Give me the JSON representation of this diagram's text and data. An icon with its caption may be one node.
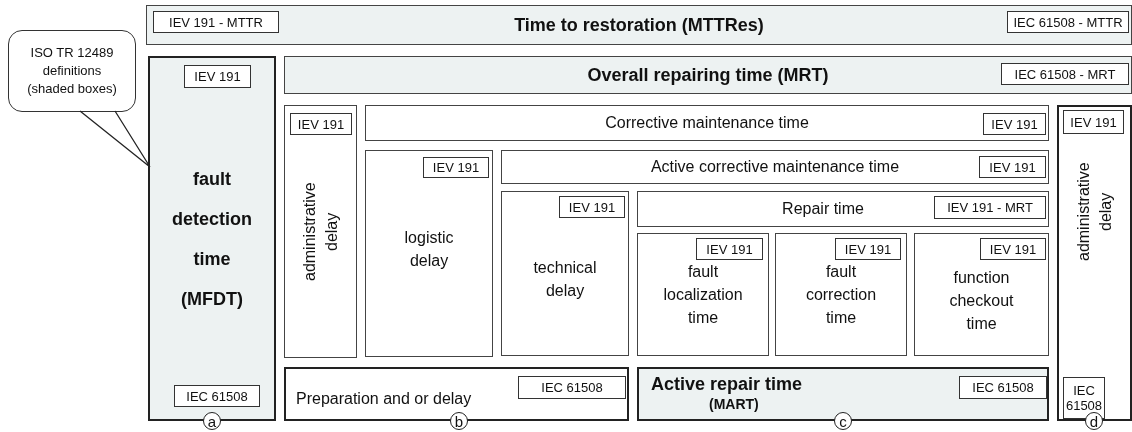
{
  "diagram": {
    "nodes": [
      {
        "text": [
          "Time to restoration (MTTRes)"
        ]
      },
      {
        "text": [
          "IEV 191 - MTTR"
        ],
        "in": 0
      },
      {
        "text": [
          "IEC 61508 - MTTR"
        ],
        "in": 0
      },
      {
        "text": [
          "ISO TR 12489 definitions (shaded boxes)"
        ]
      },
      {
        "text": [
          "fault detection time (MFDT)"
        ]
      },
      {
        "text": [
          "IEV 191"
        ],
        "in": 4
      },
      {
        "text": [
          "IEC 61508"
        ],
        "in": 4
      },
      {
        "text": [
          "Overall repairing time (MRT)"
        ]
      },
      {
        "text": [
          "IEC 61508 - MRT"
        ],
        "in": 7
      },
      {
        "text": [
          "administrative delay"
        ]
      },
      {
        "text": [
          "IEV 191"
        ],
        "in": 9
      },
      {
        "text": [
          "Corrective maintenance time"
        ]
      },
      {
        "text": [
          "IEV 191"
        ],
        "in": 11
      },
      {
        "text": [
          "logistic delay"
        ]
      },
      {
        "text": [
          "IEV 191"
        ],
        "in": 13
      },
      {
        "text": [
          "Active corrective maintenance time"
        ]
      },
      {
        "text": [
          "IEV 191"
        ],
        "in": 15
      },
      {
        "text": [
          "technical delay"
        ]
      },
      {
        "text": [
          "IEV 191"
        ],
        "in": 17
      },
      {
        "text": [
          "Repair time"
        ]
      },
      {
        "text": [
          "IEV 191 - MRT"
        ],
        "in": 19
      },
      {
        "text": [
          "fault localization time"
        ]
      },
      {
        "text": [
          "IEV 191"
        ],
        "in": 21
      },
      {
        "text": [
          "fault correction time"
        ]
      },
      {
        "text": [
          "IEV 191"
        ],
        "in": 23
      },
      {
        "text": [
          "function checkout time"
        ]
      },
      {
        "text": [
          "IEV 191"
        ],
        "in": 25
      },
      {
        "text": [
          "administrative delay"
        ]
      },
      {
        "text": [
          "IEV 191"
        ],
        "in": 27
      },
      {
        "text": [
          "IEC 61508"
        ],
        "in": 27
      },
      {
        "text": [
          "Preparation and or delay"
        ]
      },
      {
        "text": [
          "IEC 61508"
        ],
        "in": 30
      },
      {
        "text": [
          "Active repair time",
          "(MART)"
        ]
      },
      {
        "text": [
          "IEC 61508"
        ],
        "in": 32
      },
      {
        "text": [
          "a"
        ]
      },
      {
        "text": [
          "b"
        ]
      },
      {
        "text": [
          "c"
        ]
      },
      {
        "text": [
          "d"
        ]
      }
    ],
    "edges": [
      {
        "from": 3,
        "to": 4,
        "arrow": "none"
      }
    ]
  }
}
